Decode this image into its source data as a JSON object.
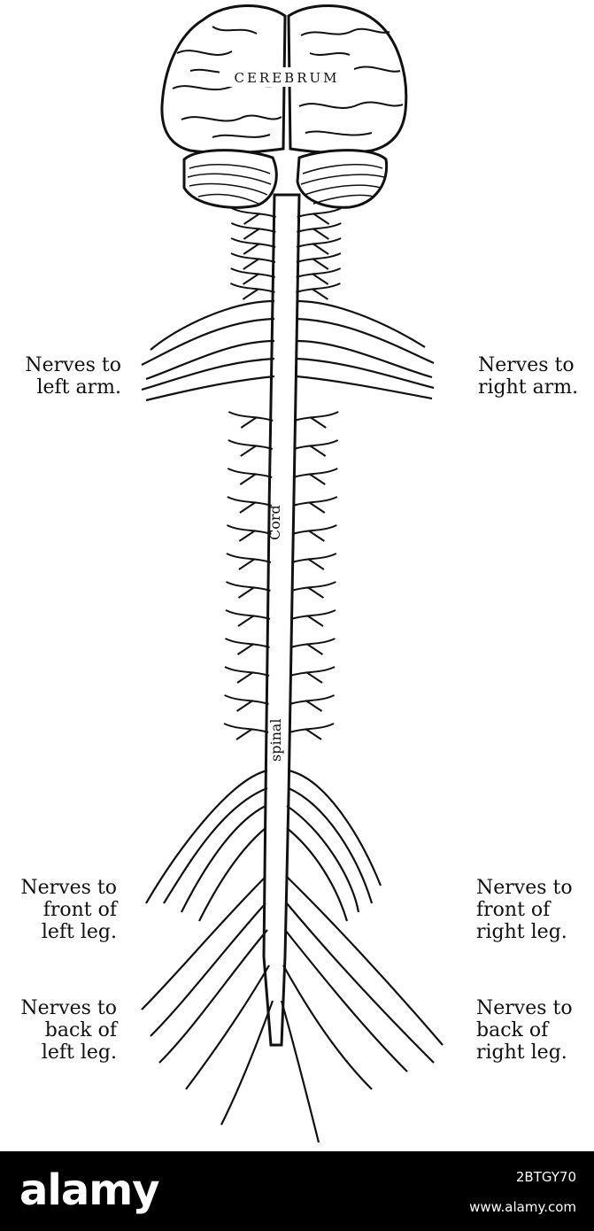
{
  "diagram": {
    "brain_label": "CEREBRUM",
    "cord_label_upper": "Cord",
    "cord_label_lower": "spinal",
    "labels": {
      "left_arm": "Nerves to\nleft arm.",
      "right_arm": "Nerves to\nright arm.",
      "left_front_leg": "Nerves to\nfront of\nleft leg.",
      "right_front_leg": "Nerves to\nfront of\nright leg.",
      "left_back_leg": "Nerves to\nback of\nleft leg.",
      "right_back_leg": "Nerves to\nback of\nright leg."
    }
  },
  "footer": {
    "brand": "alamy",
    "image_id": "2BTGY70",
    "website": "www.alamy.com"
  },
  "colors": {
    "ink": "#111111",
    "paper": "#ffffff",
    "footer_bg": "#000000",
    "footer_text": "#ffffff"
  }
}
